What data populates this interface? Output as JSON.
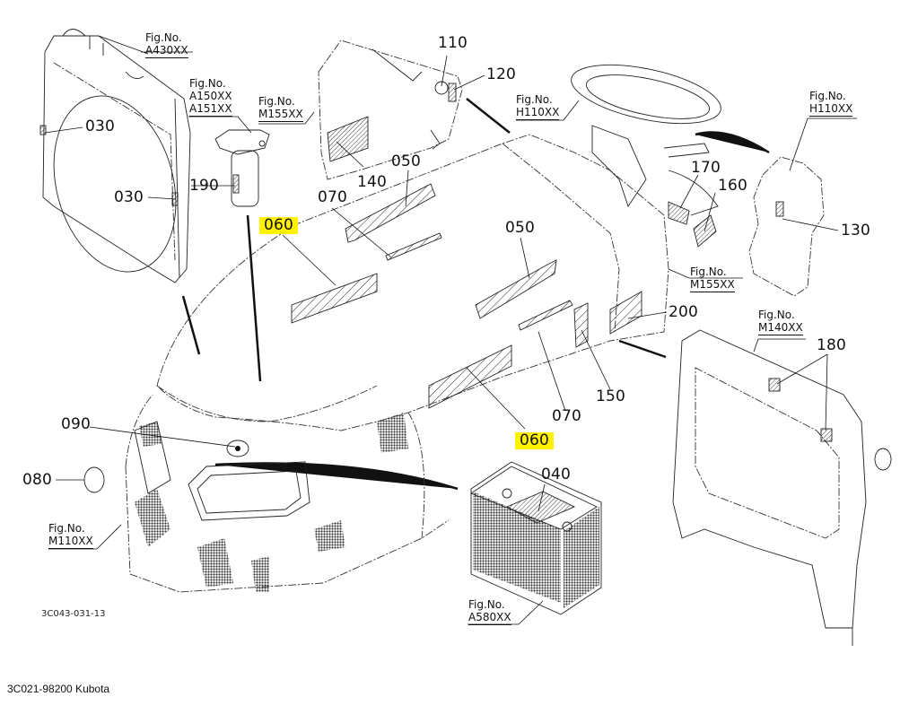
{
  "diagram": {
    "title": "Hood and decal parts exploded view",
    "drawing_id": "3C043-031-13",
    "caption": "3C021-98200 Kubota",
    "highlight_color": "#fff200",
    "fig_refs": [
      {
        "label": "Fig.No.",
        "codes": [
          "A430XX"
        ]
      },
      {
        "label": "Fig.No.",
        "codes": [
          "A150XX",
          "A151XX"
        ]
      },
      {
        "label": "Fig.No.",
        "codes": [
          "M155XX"
        ]
      },
      {
        "label": "Fig.No.",
        "codes": [
          "H110XX"
        ]
      },
      {
        "label": "Fig.No.",
        "codes": [
          "H110XX"
        ]
      },
      {
        "label": "Fig.No.",
        "codes": [
          "M155XX"
        ]
      },
      {
        "label": "Fig.No.",
        "codes": [
          "M140XX"
        ]
      },
      {
        "label": "Fig.No.",
        "codes": [
          "M110XX"
        ]
      },
      {
        "label": "Fig.No.",
        "codes": [
          "A580XX"
        ]
      }
    ],
    "callouts": [
      {
        "ref": "030",
        "highlighted": false
      },
      {
        "ref": "030",
        "highlighted": false
      },
      {
        "ref": "190",
        "highlighted": false
      },
      {
        "ref": "110",
        "highlighted": false
      },
      {
        "ref": "120",
        "highlighted": false
      },
      {
        "ref": "140",
        "highlighted": false
      },
      {
        "ref": "050",
        "highlighted": false
      },
      {
        "ref": "070",
        "highlighted": false
      },
      {
        "ref": "060",
        "highlighted": true
      },
      {
        "ref": "050",
        "highlighted": false
      },
      {
        "ref": "170",
        "highlighted": false
      },
      {
        "ref": "160",
        "highlighted": false
      },
      {
        "ref": "130",
        "highlighted": false
      },
      {
        "ref": "200",
        "highlighted": false
      },
      {
        "ref": "150",
        "highlighted": false
      },
      {
        "ref": "070",
        "highlighted": false
      },
      {
        "ref": "060",
        "highlighted": true
      },
      {
        "ref": "180",
        "highlighted": false
      },
      {
        "ref": "090",
        "highlighted": false
      },
      {
        "ref": "080",
        "highlighted": false
      },
      {
        "ref": "040",
        "highlighted": false
      }
    ]
  }
}
